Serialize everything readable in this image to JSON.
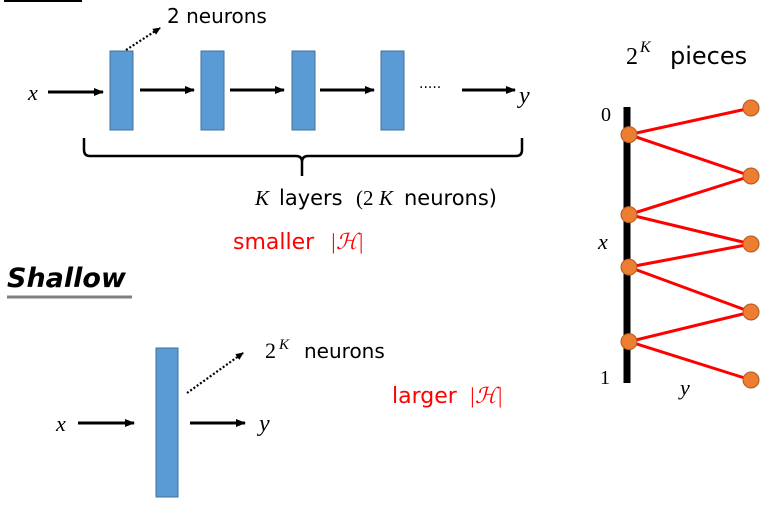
{
  "colors": {
    "layer_fill": "#5b9bd5",
    "layer_stroke": "#41719c",
    "node_fill": "#ed7d31",
    "node_stroke": "#ae5a21",
    "edge": "#ff0000",
    "highlight_text": "#ff0000",
    "text": "#000000",
    "underline": "#7f7f7f"
  },
  "deep": {
    "input_label": "x",
    "output_label": "y",
    "neurons_per_layer_label": "2 neurons",
    "ellipsis": "·····",
    "layer_count_var": "K",
    "layers_label": "layers",
    "neurons_total_open": "(2",
    "neurons_total_var": "K",
    "neurons_total_close": "neurons)",
    "hypothesis_size_word": "smaller",
    "hypothesis_symbol": "|ℋ|",
    "visible_layers": 4
  },
  "shallow": {
    "title": "Shallow",
    "input_label": "x",
    "output_label": "y",
    "neurons_base": "2",
    "neurons_exp": "K",
    "neurons_label": "neurons",
    "hypothesis_size_word": "larger",
    "hypothesis_symbol": "|ℋ|"
  },
  "pieces_plot": {
    "title_base": "2",
    "title_exp": "K",
    "title_word": "pieces",
    "axis_top": "0",
    "axis_bottom": "1",
    "x_label": "x",
    "y_label": "y",
    "left_nodes": [
      0.1,
      0.39,
      0.58,
      0.85
    ],
    "right_nodes": [
      0.0,
      0.25,
      0.5,
      0.75,
      1.0
    ],
    "edges": [
      [
        0,
        0
      ],
      [
        0,
        1
      ],
      [
        1,
        1
      ],
      [
        1,
        2
      ],
      [
        2,
        2
      ],
      [
        2,
        3
      ],
      [
        3,
        3
      ],
      [
        3,
        4
      ]
    ]
  }
}
